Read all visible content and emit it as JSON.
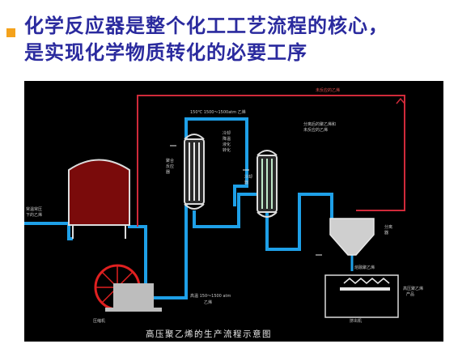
{
  "slide": {
    "bullet_color": "#f4a21c",
    "title_line1": "化学反应器是整个化工工艺流程的核心，",
    "title_line2": "是实现化学物质转化的必要工序"
  },
  "diagram": {
    "background": "#000000",
    "pipe_colors": {
      "feed": "#1ea0e8",
      "recycle": "#d02a3a",
      "product": "#c8c8c8"
    },
    "caption": "高压聚乙烯的生产流程示意图",
    "labels": {
      "feed_in": [
        "常温常压",
        "下的乙烯"
      ],
      "compressor": "压缩机",
      "after_compress": [
        "高温 150～1500 atm",
        "乙烯"
      ],
      "top_line": "150℃  1500～1500atm 乙烯",
      "cooling_side": [
        "冷却",
        "降温",
        "液化",
        "转化"
      ],
      "reactor1": [
        "聚合",
        "反应",
        "器"
      ],
      "reactor2": [
        "冷却",
        "器"
      ],
      "recycle_top": "未反应的乙烯",
      "separated": [
        "分离后的聚乙烯和",
        "未反应的乙烯"
      ],
      "separator": [
        "分离",
        "器"
      ],
      "molten": "熔融聚乙烯",
      "product": [
        "高压聚乙烯",
        "产品"
      ],
      "extruder": "挤出机"
    }
  }
}
